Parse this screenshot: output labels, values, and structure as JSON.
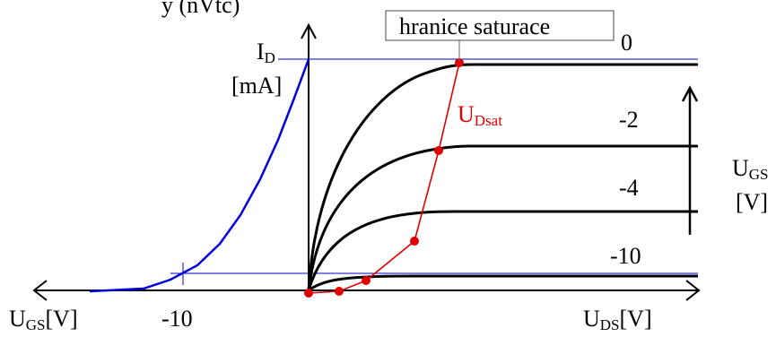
{
  "title_fragment": "y (nVtc)",
  "callout": "hranice saturace",
  "axes": {
    "id_main": "I",
    "id_sub": "D",
    "id_unit": "[mA]",
    "uds_main": "U",
    "uds_sub": "DS",
    "uds_unit": "[V]",
    "ugs_left_main": "U",
    "ugs_left_sub": "GS",
    "ugs_left_unit": "[V]",
    "ugs_tick": "-10"
  },
  "curve_labels": [
    "0",
    "-2",
    "-4",
    "-10"
  ],
  "udsat_main": "U",
  "udsat_sub": "Dsat",
  "ugs_right_main": "U",
  "ugs_right_sub": "GS",
  "ugs_right_unit": "[V]",
  "colors": {
    "output_curves": "#000000",
    "transfer_curve": "#0000e0",
    "saturation_curve": "#e00000",
    "guide_lines": "#0000c0"
  }
}
